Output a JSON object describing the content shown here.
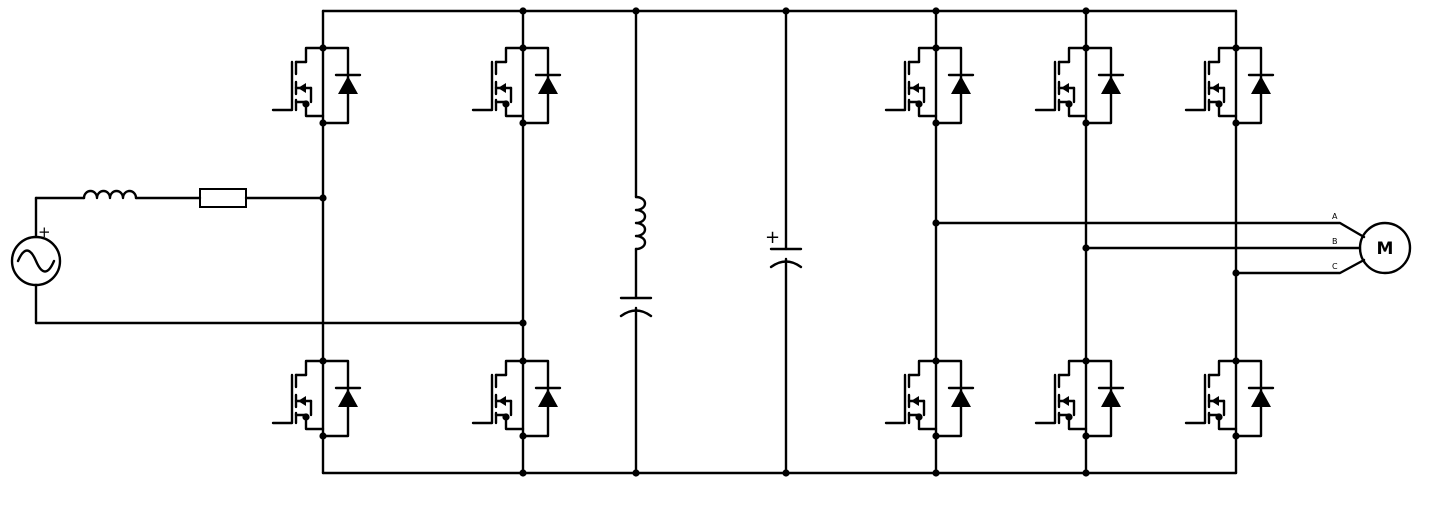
{
  "diagram": {
    "stroke_color": "#000000",
    "background": "#ffffff",
    "source": {
      "symbol": "ac-voltage-source",
      "polarity_mark": "+"
    },
    "input_filter": {
      "inductor": "inductor",
      "resistor": "resistor"
    },
    "rectifier": {
      "switch_count": 4,
      "switch_symbol": "mosfet-with-antiparallel-diode"
    },
    "dc_link": {
      "series_lc": "inductor-capacitor",
      "capacitor": {
        "symbol": "polarized-capacitor",
        "polarity_mark": "+"
      }
    },
    "inverter": {
      "switch_count": 6,
      "switch_symbol": "mosfet-with-antiparallel-diode"
    },
    "phases": [
      {
        "label": "A"
      },
      {
        "label": "B"
      },
      {
        "label": "C"
      }
    ],
    "motor": {
      "label": "M"
    }
  }
}
